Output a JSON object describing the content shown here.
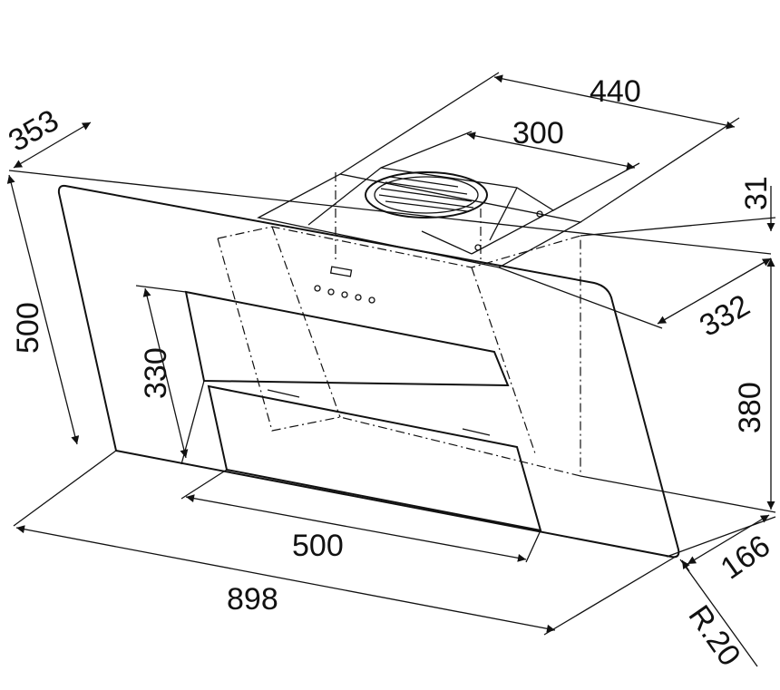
{
  "dimensions": {
    "top_depth_total": "440",
    "top_depth_chimney": "300",
    "glass_depth": "353",
    "top_offset": "31",
    "body_depth": "332",
    "glass_height": "500",
    "front_panel_height": "330",
    "body_height": "380",
    "bottom_offset": "166",
    "corner_radius": "R.20",
    "front_panel_width": "500",
    "overall_width": "898"
  }
}
